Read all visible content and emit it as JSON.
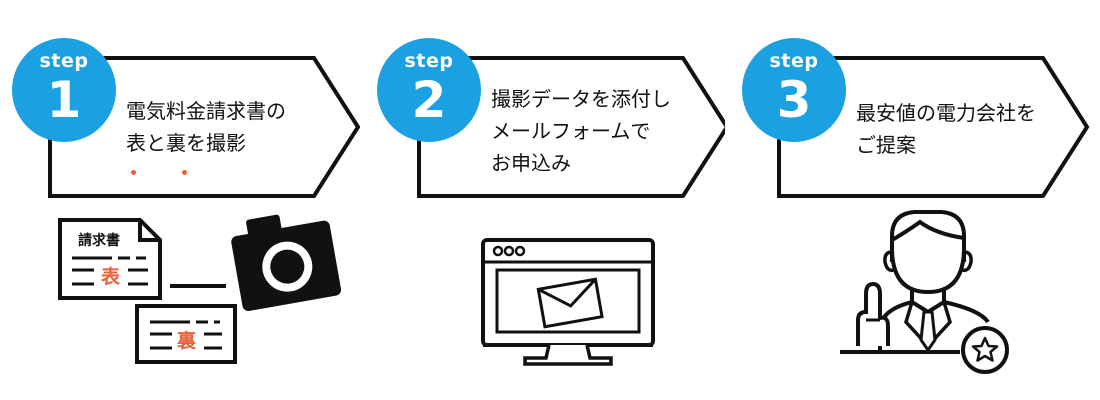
{
  "steps": [
    {
      "word": "step",
      "number": "1",
      "lines": [
        "電気料金請求書の",
        "表と裏を撮影"
      ],
      "document_label": "請求書",
      "front_mark": "表",
      "back_mark": "裏"
    },
    {
      "word": "step",
      "number": "2",
      "lines": [
        "撮影データを添付し",
        "メールフォームで",
        "お申込み"
      ]
    },
    {
      "word": "step",
      "number": "3",
      "lines": [
        "最安値の電力会社を",
        "ご提案"
      ]
    }
  ],
  "colors": {
    "badge": "#1ba1e2",
    "accent": "#e8623a",
    "line": "#111111"
  },
  "icons": [
    "document-icon",
    "camera-icon",
    "monitor-icon",
    "envelope-icon",
    "businessman-icon",
    "star-icon"
  ]
}
